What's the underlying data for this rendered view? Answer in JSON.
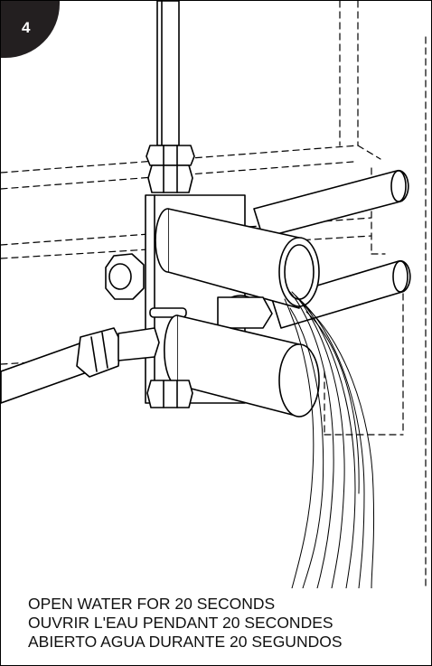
{
  "step": {
    "number": "4"
  },
  "illustration": {
    "description_icon": "shower-valve-open-water-icon"
  },
  "instructions": [
    "OPEN WATER FOR 20 SECONDS",
    "OUVRIR L'EAU PENDANT 20 SECONDES",
    "ABIERTO AGUA DURANTE 20 SEGUNDOS"
  ]
}
